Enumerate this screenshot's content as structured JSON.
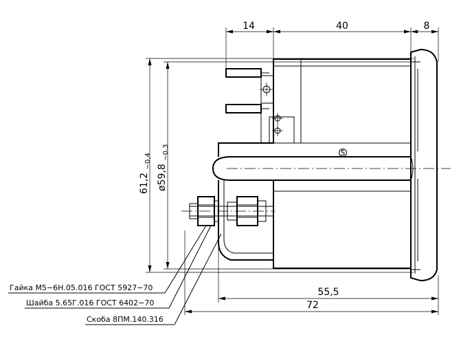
{
  "dimensions": {
    "top_left": "14",
    "top_mid": "40",
    "top_right": "8",
    "height_outer": "61,2",
    "height_outer_tol": "−0,4",
    "diameter": "ø59,8",
    "diameter_tol": "−0,3",
    "bottom_inner": "55,5",
    "bottom_outer": "72"
  },
  "callout": "5",
  "leaders": {
    "nut": "Гайка М5−6Н.05.016  ГОСТ 5927−70",
    "washer": "Шайба 5.65Г.016  ГОСТ 6402−70",
    "bracket": "Скоба 8ПМ.140.316"
  }
}
